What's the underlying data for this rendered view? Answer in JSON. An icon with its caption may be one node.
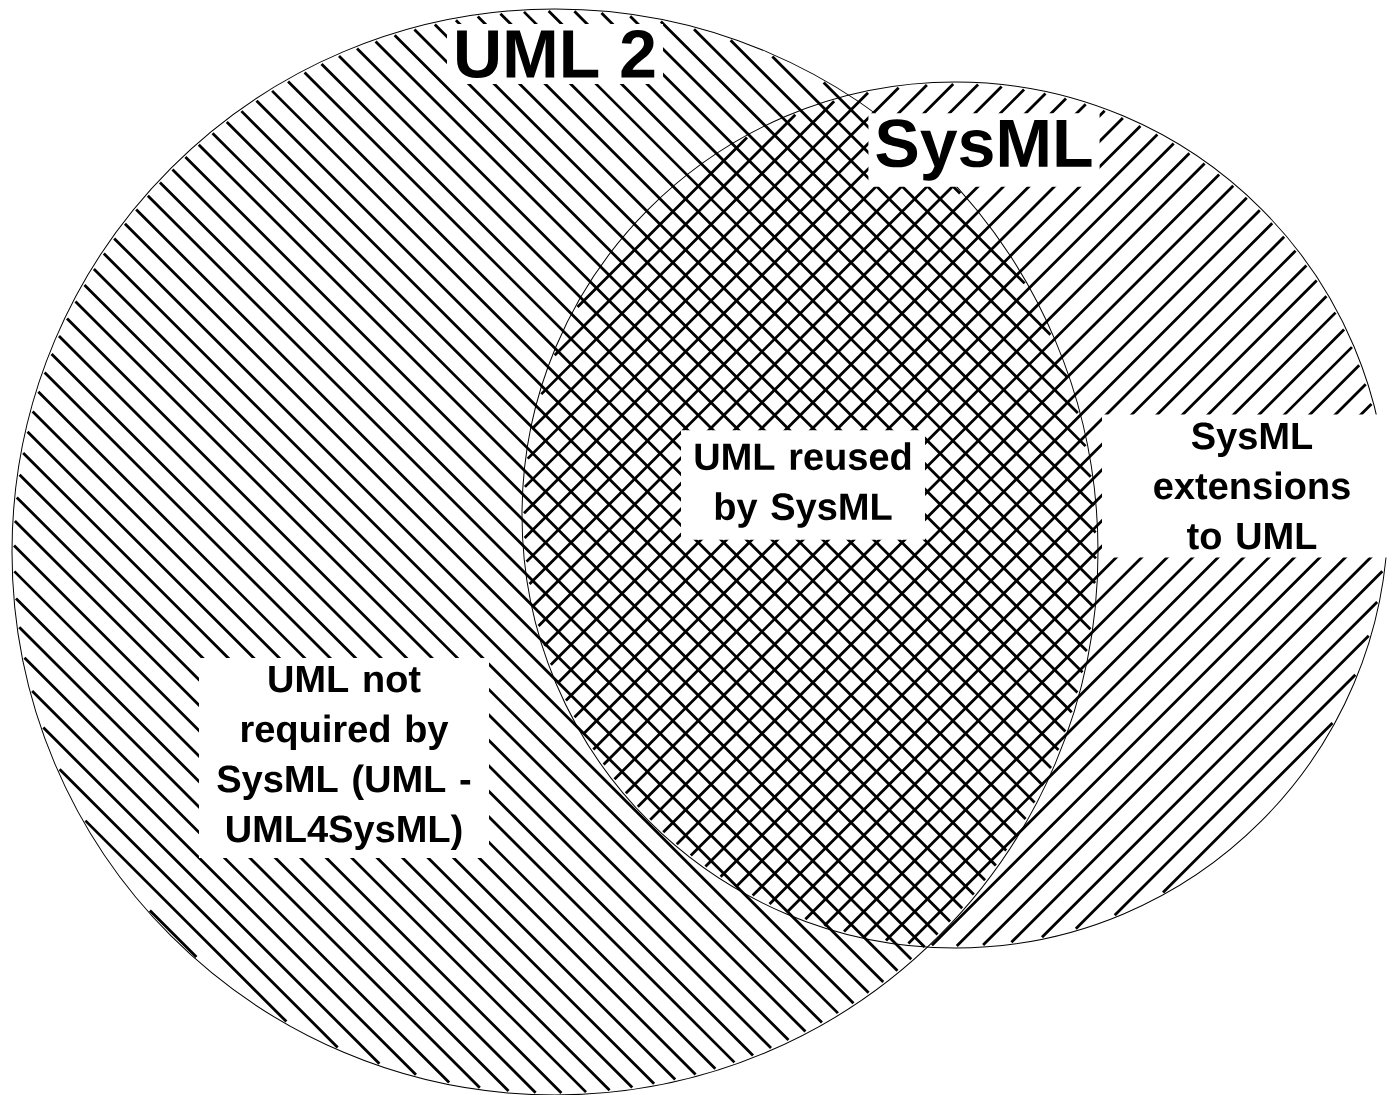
{
  "diagram": {
    "nodes": [
      {
        "text": [
          "UML 2",
          "UML not required by SysML (UML - UML4SysML)"
        ]
      },
      {
        "text": [
          "SysML",
          "SysML extensions to UML"
        ]
      }
    ],
    "labels": [
      "UML reused by SysML"
    ]
  }
}
